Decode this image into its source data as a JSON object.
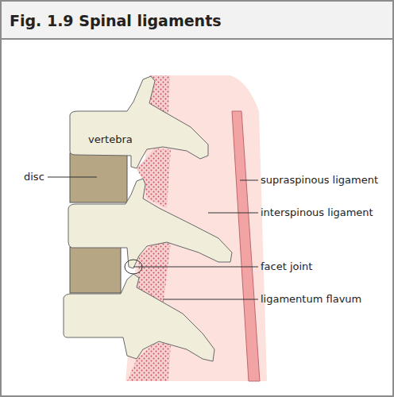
{
  "diagram": {
    "title": "Fig. 1.9 Spinal ligaments",
    "labels": [
      "vertebra",
      "disc",
      "supraspinous ligament",
      "interspinous ligament",
      "facet joint",
      "ligamentum flavum"
    ]
  }
}
